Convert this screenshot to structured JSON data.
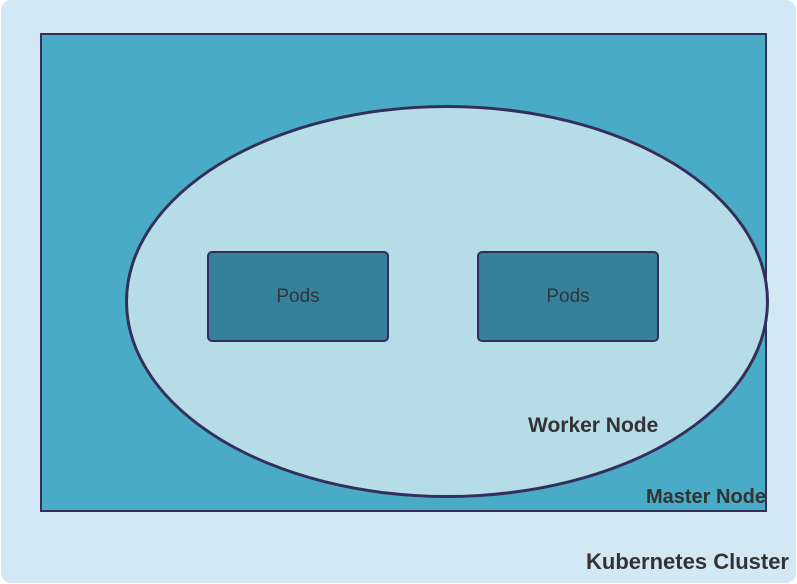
{
  "diagram": {
    "cluster": {
      "label": "Kubernetes Cluster",
      "color": "#d2e8f5"
    },
    "master": {
      "label": "Master Node",
      "color": "#49abc6"
    },
    "worker": {
      "label": "Worker Node",
      "color": "#b6dde7"
    },
    "pods": [
      {
        "label": "Pods",
        "color": "#36819a"
      },
      {
        "label": "Pods",
        "color": "#36819a"
      }
    ],
    "outline_color": "#332f5a",
    "text_color": "#333333"
  }
}
